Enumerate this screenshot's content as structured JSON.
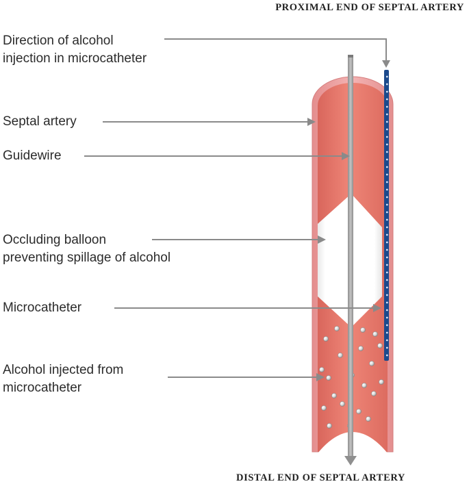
{
  "titles": {
    "proximal": "PROXIMAL END OF SEPTAL ARTERY",
    "distal": "DISTAL END OF SEPTAL ARTERY"
  },
  "labels": {
    "direction_line1": "Direction of alcohol",
    "direction_line2": "injection in microcatheter",
    "septal_artery": "Septal artery",
    "guidewire": "Guidewire",
    "balloon_line1": "Occluding balloon",
    "balloon_line2": "preventing spillage of alcohol",
    "microcatheter": "Microcatheter",
    "alcohol_line1": "Alcohol injected from",
    "alcohol_line2": "microcatheter"
  },
  "colors": {
    "vessel_wall": "#eda3a3",
    "blood": "#e87a6e",
    "balloon": "#ffffff",
    "guidewire": "#a7a7a7",
    "microcatheter": "#1c4a8c",
    "leader": "#8a8a8a"
  }
}
